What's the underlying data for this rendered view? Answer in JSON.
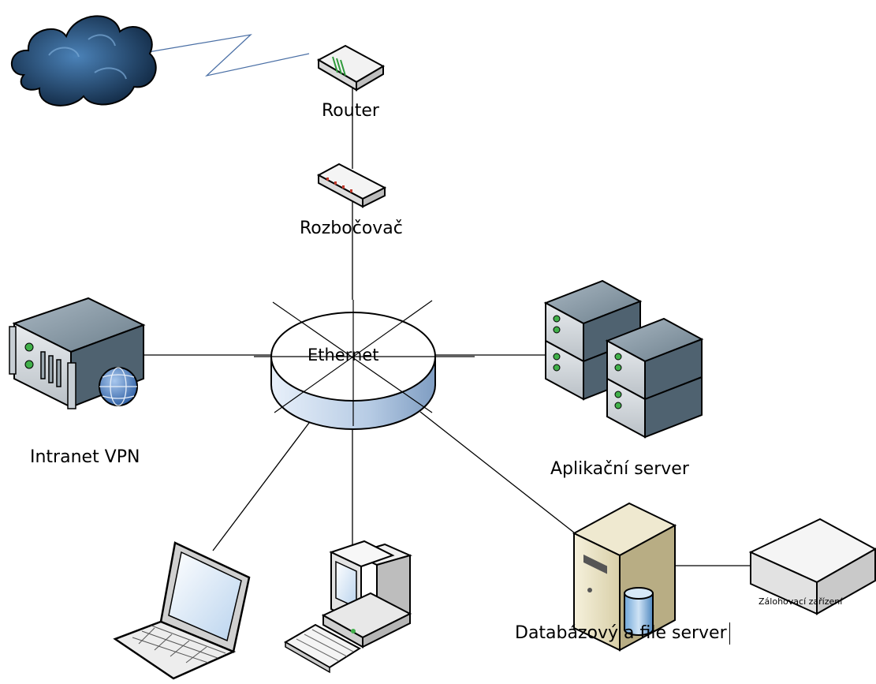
{
  "diagram": {
    "nodes": {
      "internet": {
        "icon": "cloud-icon"
      },
      "router": {
        "label": "Router",
        "icon": "router-icon"
      },
      "hub": {
        "label": "Rozbočovač",
        "icon": "hub-icon"
      },
      "ethernet": {
        "label": "Ethernet",
        "icon": "ethernet-ring-icon"
      },
      "vpn": {
        "label": "Intranet VPN",
        "icon": "vpn-server-icon"
      },
      "app_server": {
        "label": "Aplikační server",
        "icon": "server-rack-icon"
      },
      "db_server": {
        "label": "Databázový a file server",
        "icon": "database-server-icon"
      },
      "backup": {
        "label": "Zálohovací zařízení",
        "icon": "backup-device-icon"
      },
      "laptop": {
        "icon": "laptop-icon"
      },
      "workstation": {
        "icon": "desktop-computer-icon"
      }
    },
    "colors": {
      "cloud": "#1d3c5e",
      "ring": "#b7cde6",
      "server": "#5b6f7c",
      "line": "#000000",
      "wan_link": "#4a6fa5"
    }
  }
}
